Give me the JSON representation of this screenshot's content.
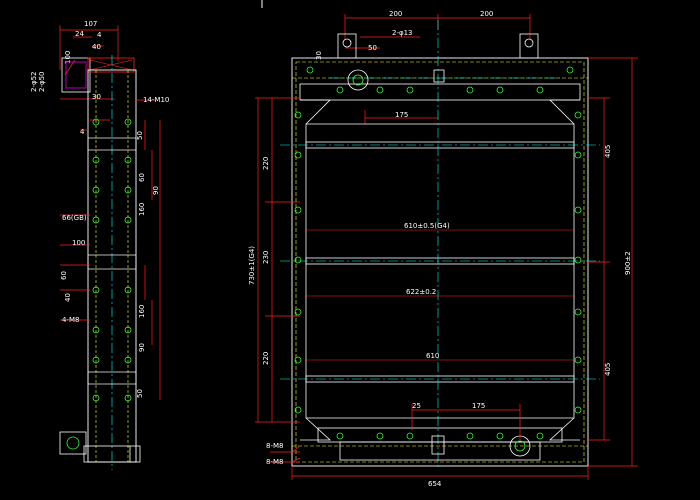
{
  "drawing": {
    "background": "#000000",
    "colors": {
      "outline": "#ffffff",
      "dimension": "#ff2020",
      "hidden": "#ffff33",
      "centerline": "#00ffff",
      "fastener": "#33ff33",
      "detail": "#ff00ff"
    },
    "side_view_labels": {
      "top_107": "107",
      "top_24": "24",
      "top_4": "4",
      "top_40": "40",
      "top_100": "100",
      "phi52": "2-φ52",
      "phi50": "2-φ50",
      "dim_30": "30",
      "m10": "14-M10",
      "dim_4": "4",
      "dim_50a": "50",
      "dim_60a": "60",
      "dim_90a": "90",
      "dim_160a": "160",
      "dim_66": "66(GB)",
      "dim_100b": "100",
      "dim_40b": "40",
      "dim_60b": "60",
      "m8": "4-M8",
      "dim_160b": "160",
      "dim_90b": "90",
      "dim_50b": "50"
    },
    "front_view_labels": {
      "top_200_left": "200",
      "top_200_right": "200",
      "phi13": "2-φ13",
      "dim_50": "50",
      "dim_30": "30",
      "dim_175_top": "175",
      "dim_220_top": "220",
      "dim_230": "230",
      "dim_220_bottom": "220",
      "dim_730": "730±1(G4)",
      "dim_610": "610±0.5(G4)",
      "dim_622": "622±0.2",
      "dim_610b": "610",
      "dim_25": "25",
      "dim_175_bottom": "175",
      "dim_405_top": "405",
      "dim_405_bottom": "405",
      "dim_900": "900±2",
      "m8_a": "8-M8",
      "m8_b": "8-M8",
      "dim_654": "654"
    }
  }
}
